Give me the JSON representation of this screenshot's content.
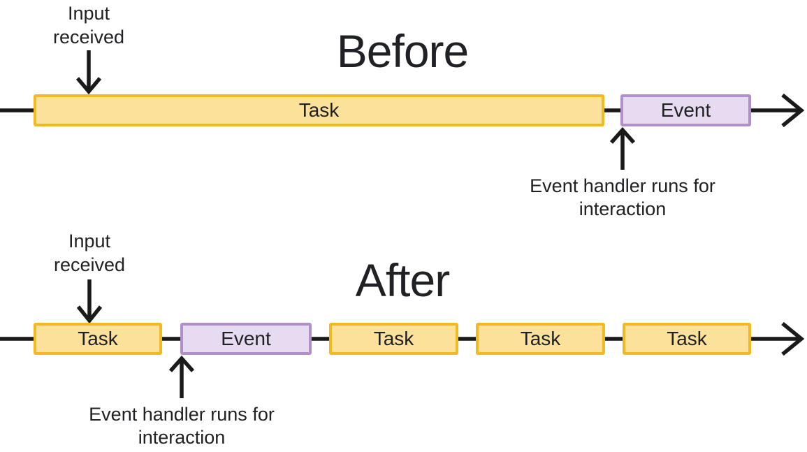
{
  "colors": {
    "page_bg": "#ffffff",
    "text": "#202124",
    "line": "#1a1a1a",
    "task_fill": "#FBE199",
    "task_border": "#F3B924",
    "event_fill": "#E6DBF0",
    "event_border": "#B18FC9"
  },
  "before": {
    "title": "Before",
    "input_label": "Input received",
    "handler_label": "Event handler runs for interaction",
    "bars": [
      {
        "type": "task",
        "label": "Task"
      },
      {
        "type": "event",
        "label": "Event"
      }
    ]
  },
  "after": {
    "title": "After",
    "input_label": "Input received",
    "handler_label": "Event handler runs for interaction",
    "bars": [
      {
        "type": "task",
        "label": "Task"
      },
      {
        "type": "event",
        "label": "Event"
      },
      {
        "type": "task",
        "label": "Task"
      },
      {
        "type": "task",
        "label": "Task"
      },
      {
        "type": "task",
        "label": "Task"
      }
    ]
  }
}
